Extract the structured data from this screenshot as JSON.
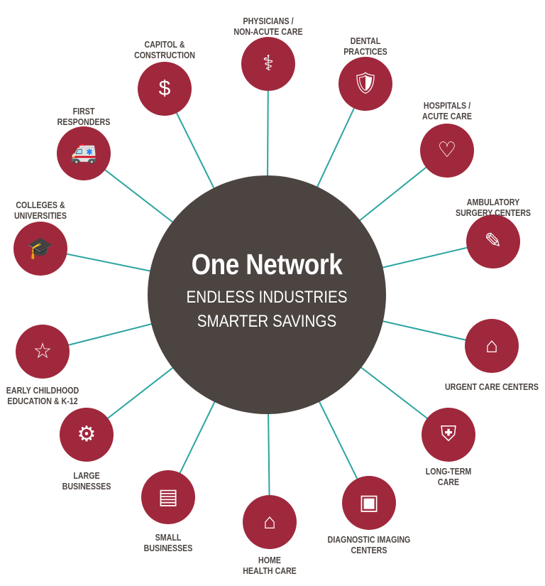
{
  "hub": {
    "title": "One Network",
    "line1": "ENDLESS INDUSTRIES",
    "line2": "SMARTER SAVINGS"
  },
  "colors": {
    "node": "#a0283c",
    "hub": "#4b4441",
    "line": "#2aa4a0",
    "text": "#4b4441"
  },
  "industries": [
    {
      "l1": "PHYSICIANS /",
      "l2": "NON-ACUTE CARE",
      "icon": "stethoscope-icon",
      "glyph": "⚕"
    },
    {
      "l1": "DENTAL",
      "l2": "PRACTICES",
      "icon": "tooth-shield-icon",
      "glyph": "🛡"
    },
    {
      "l1": "HOSPITALS /",
      "l2": "ACUTE CARE",
      "icon": "heart-bandage-icon",
      "glyph": "♡"
    },
    {
      "l1": "AMBULATORY",
      "l2": "SURGERY CENTERS",
      "icon": "scalpel-icon",
      "glyph": "✎"
    },
    {
      "l1": "URGENT CARE CENTERS",
      "l2": "",
      "icon": "clinic-house-icon",
      "glyph": "⌂"
    },
    {
      "l1": "LONG-TERM",
      "l2": "CARE",
      "icon": "patient-bed-icon",
      "glyph": "⛨"
    },
    {
      "l1": "DIAGNOSTIC IMAGING",
      "l2": "CENTERS",
      "icon": "xray-monitor-icon",
      "glyph": "▣"
    },
    {
      "l1": "HOME",
      "l2": "HEALTH CARE",
      "icon": "home-heart-icon",
      "glyph": "⌂"
    },
    {
      "l1": "SMALL",
      "l2": "BUSINESSES",
      "icon": "cash-register-icon",
      "glyph": "▤"
    },
    {
      "l1": "LARGE",
      "l2": "BUSINESSES",
      "icon": "hands-gears-icon",
      "glyph": "⚙"
    },
    {
      "l1": "EARLY CHILDHOOD",
      "l2": "EDUCATION & K-12",
      "icon": "blocks-icon",
      "glyph": "☆"
    },
    {
      "l1": "COLLEGES &",
      "l2": "UNIVERSITIES",
      "icon": "graduation-shield-icon",
      "glyph": "🎓"
    },
    {
      "l1": "FIRST",
      "l2": "RESPONDERS",
      "icon": "ambulance-icon",
      "glyph": "🚑"
    },
    {
      "l1": "CAPITOL &",
      "l2": "CONSTRUCTION",
      "icon": "dollar-cycle-icon",
      "glyph": "$"
    }
  ]
}
